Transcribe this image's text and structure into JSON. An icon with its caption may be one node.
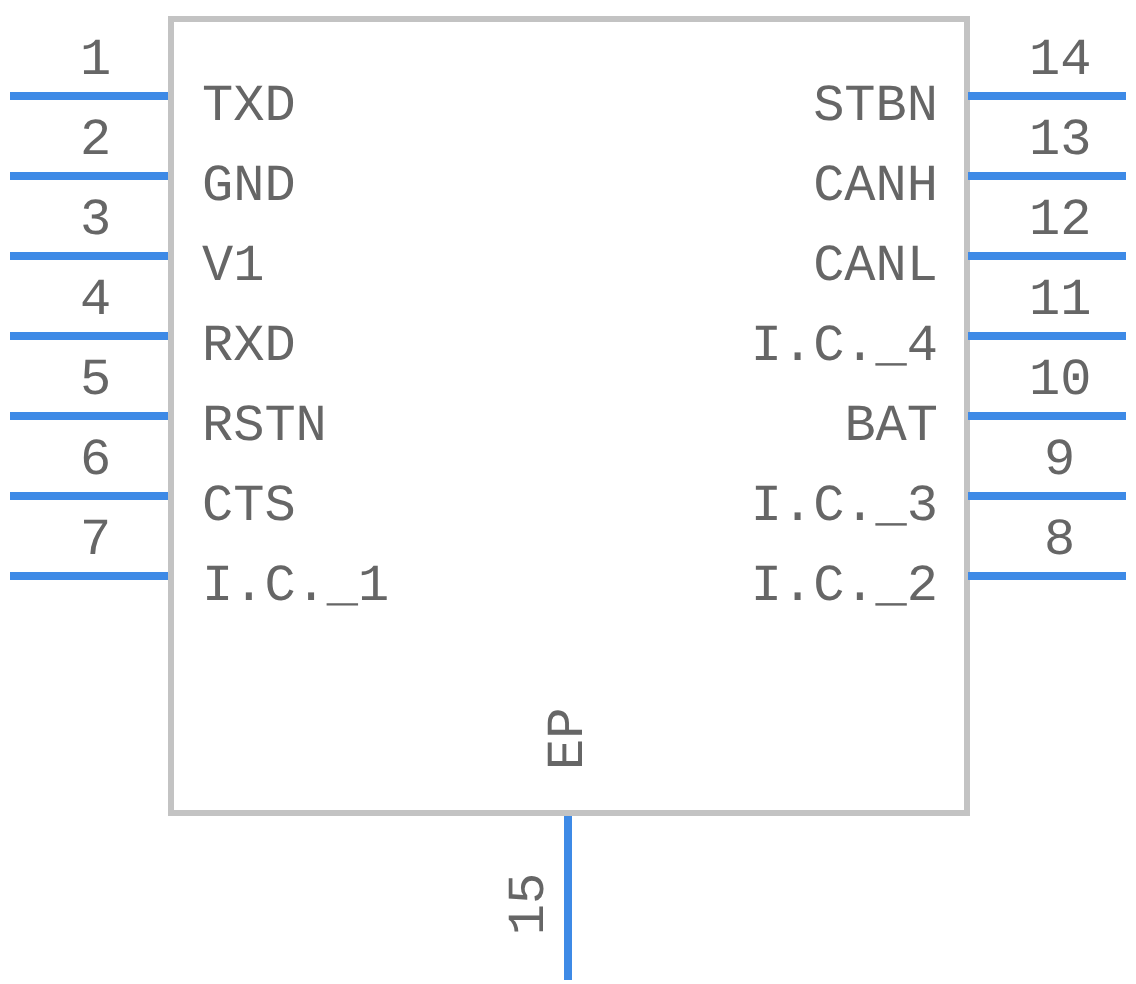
{
  "diagram": {
    "nodes": [
      {
        "text": [
          "TXD",
          "GND",
          "V1",
          "RXD",
          "RSTN",
          "CTS",
          "I.C._1",
          "STBN",
          "CANH",
          "CANL",
          "I.C._4",
          "BAT",
          "I.C._3",
          "I.C._2",
          "EP"
        ]
      }
    ],
    "labels": [
      "1",
      "14",
      "2",
      "13",
      "3",
      "12",
      "4",
      "11",
      "5",
      "10",
      "6",
      "9",
      "7",
      "8",
      "15"
    ]
  }
}
